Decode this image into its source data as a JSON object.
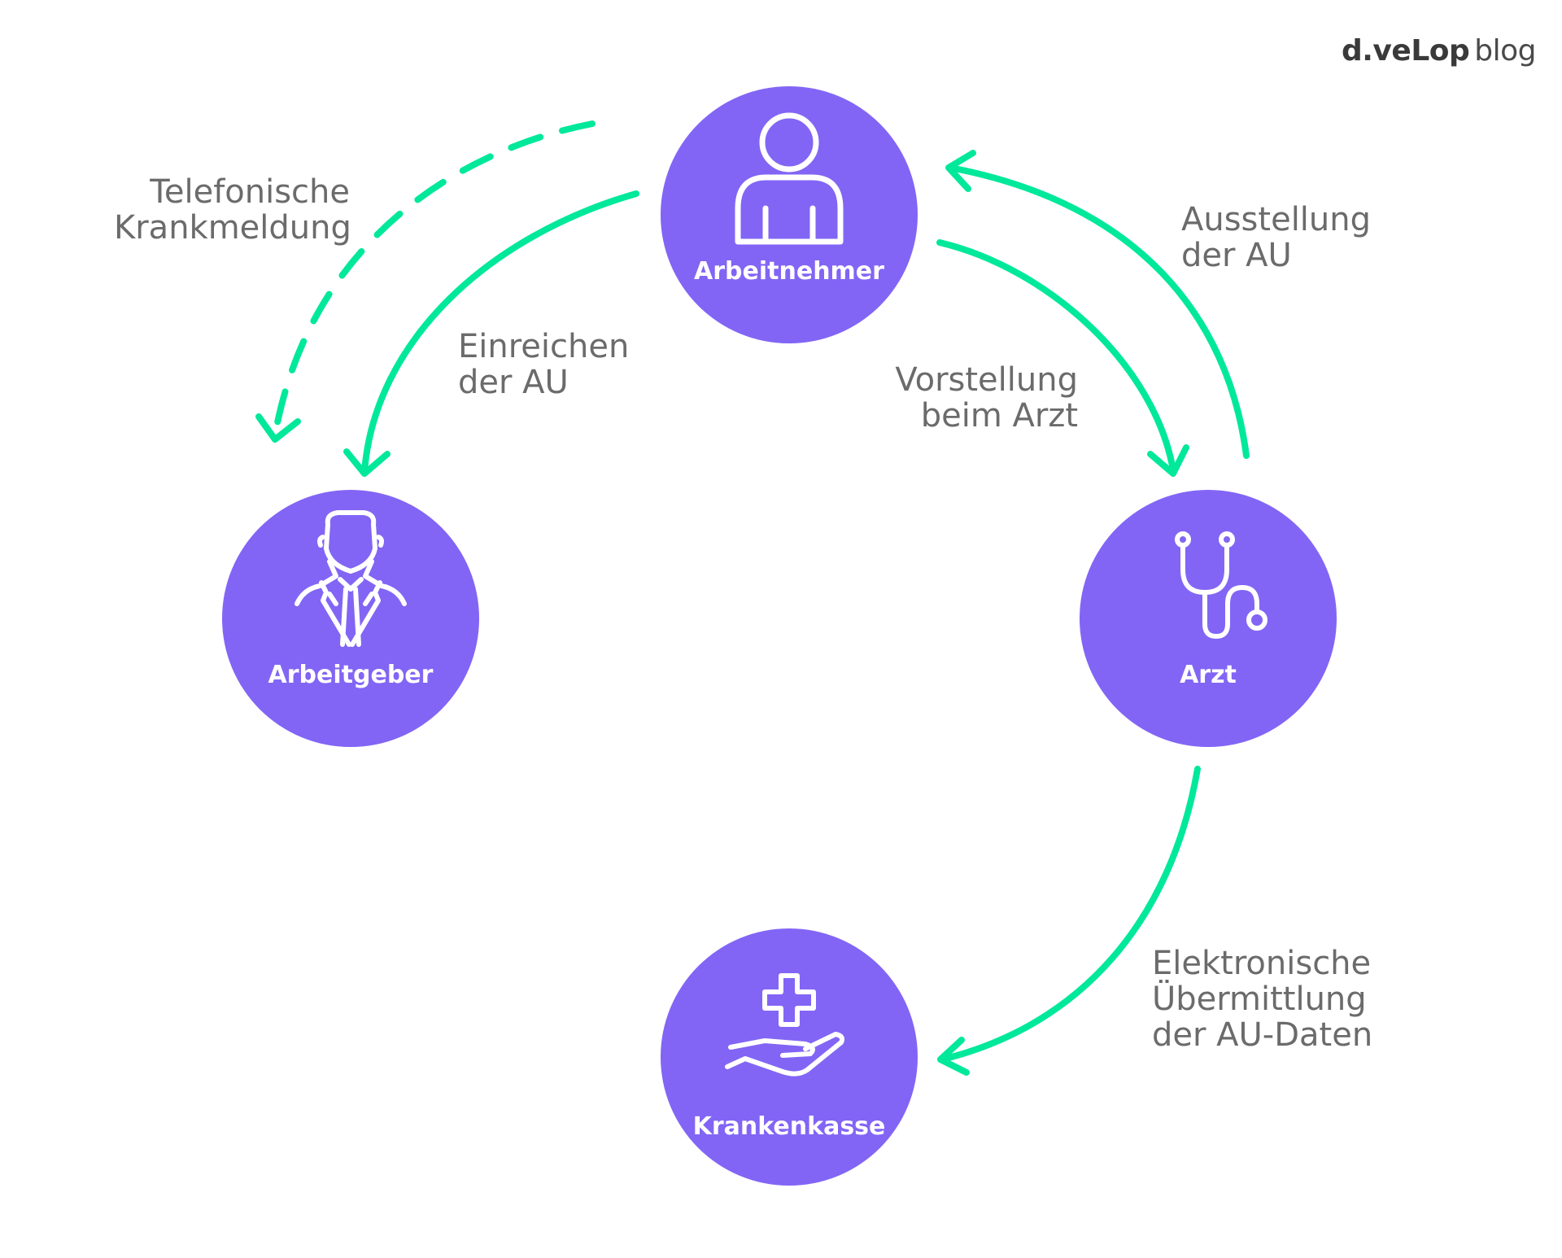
{
  "brand": {
    "logo_text": "d.veLop",
    "suffix": "blog"
  },
  "colors": {
    "node": "#8265f5",
    "arrow": "#00e89a",
    "edge_text": "#6b6b6b",
    "node_text": "#ffffff"
  },
  "nodes": {
    "arbeitnehmer": {
      "label": "Arbeitnehmer",
      "icon": "person-icon"
    },
    "arbeitgeber": {
      "label": "Arbeitgeber",
      "icon": "businessman-icon"
    },
    "arzt": {
      "label": "Arzt",
      "icon": "stethoscope-icon"
    },
    "krankenkasse": {
      "label": "Krankenkasse",
      "icon": "hand-cross-icon"
    }
  },
  "edges": {
    "telefonische": {
      "line1": "Telefonische",
      "line2": "Krankmeldung",
      "style": "dashed"
    },
    "einreichen": {
      "line1": "Einreichen",
      "line2": "der AU",
      "style": "solid"
    },
    "vorstellung": {
      "line1": "Vorstellung",
      "line2": "beim Arzt",
      "style": "solid"
    },
    "ausstellung": {
      "line1": "Ausstellung",
      "line2": "der AU",
      "style": "solid"
    },
    "elektronisch": {
      "line1": "Elektronische",
      "line2": "Übermittlung",
      "line3": "der AU-Daten",
      "style": "solid"
    }
  }
}
